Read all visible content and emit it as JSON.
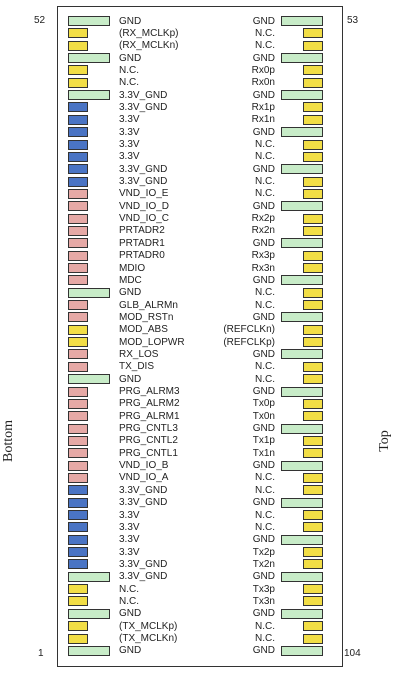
{
  "labels": {
    "corner_tl": "52",
    "corner_tr": "53",
    "corner_bl": "1",
    "corner_br": "104",
    "side_left": "Bottom",
    "side_right": "Top"
  },
  "colors": {
    "gnd": "#c8ecc8",
    "signal": "#f2de46",
    "power": "#4a74c4",
    "control": "#e6a9a6",
    "border": "#333333"
  },
  "left_pins": [
    {
      "label": "GND",
      "type": "gnd"
    },
    {
      "label": "(RX_MCLKp)",
      "type": "signal"
    },
    {
      "label": "(RX_MCLKn)",
      "type": "signal"
    },
    {
      "label": "GND",
      "type": "gnd"
    },
    {
      "label": "N.C.",
      "type": "signal"
    },
    {
      "label": "N.C.",
      "type": "signal"
    },
    {
      "label": "3.3V_GND",
      "type": "gnd"
    },
    {
      "label": "3.3V_GND",
      "type": "power"
    },
    {
      "label": "3.3V",
      "type": "power"
    },
    {
      "label": "3.3V",
      "type": "power"
    },
    {
      "label": "3.3V",
      "type": "power"
    },
    {
      "label": "3.3V",
      "type": "power"
    },
    {
      "label": "3.3V_GND",
      "type": "power"
    },
    {
      "label": "3.3V_GND",
      "type": "power"
    },
    {
      "label": "VND_IO_E",
      "type": "control"
    },
    {
      "label": "VND_IO_D",
      "type": "control"
    },
    {
      "label": "VND_IO_C",
      "type": "control"
    },
    {
      "label": "PRTADR2",
      "type": "control"
    },
    {
      "label": "PRTADR1",
      "type": "control"
    },
    {
      "label": "PRTADR0",
      "type": "control"
    },
    {
      "label": "MDIO",
      "type": "control"
    },
    {
      "label": "MDC",
      "type": "control"
    },
    {
      "label": "GND",
      "type": "gnd"
    },
    {
      "label": "GLB_ALRMn",
      "type": "control"
    },
    {
      "label": "MOD_RSTn",
      "type": "control"
    },
    {
      "label": "MOD_ABS",
      "type": "signal"
    },
    {
      "label": "MOD_LOPWR",
      "type": "signal"
    },
    {
      "label": "RX_LOS",
      "type": "control"
    },
    {
      "label": "TX_DIS",
      "type": "control"
    },
    {
      "label": "GND",
      "type": "gnd"
    },
    {
      "label": "PRG_ALRM3",
      "type": "control"
    },
    {
      "label": "PRG_ALRM2",
      "type": "control"
    },
    {
      "label": "PRG_ALRM1",
      "type": "control"
    },
    {
      "label": "PRG_CNTL3",
      "type": "control"
    },
    {
      "label": "PRG_CNTL2",
      "type": "control"
    },
    {
      "label": "PRG_CNTL1",
      "type": "control"
    },
    {
      "label": "VND_IO_B",
      "type": "control"
    },
    {
      "label": "VND_IO_A",
      "type": "control"
    },
    {
      "label": "3.3V_GND",
      "type": "power"
    },
    {
      "label": "3.3V_GND",
      "type": "power"
    },
    {
      "label": "3.3V",
      "type": "power"
    },
    {
      "label": "3.3V",
      "type": "power"
    },
    {
      "label": "3.3V",
      "type": "power"
    },
    {
      "label": "3.3V",
      "type": "power"
    },
    {
      "label": "3.3V_GND",
      "type": "power"
    },
    {
      "label": "3.3V_GND",
      "type": "gnd"
    },
    {
      "label": "N.C.",
      "type": "signal"
    },
    {
      "label": "N.C.",
      "type": "signal"
    },
    {
      "label": "GND",
      "type": "gnd"
    },
    {
      "label": "(TX_MCLKp)",
      "type": "signal"
    },
    {
      "label": "(TX_MCLKn)",
      "type": "signal"
    },
    {
      "label": "GND",
      "type": "gnd"
    }
  ],
  "right_pins": [
    {
      "label": "GND",
      "type": "gnd"
    },
    {
      "label": "N.C.",
      "type": "signal"
    },
    {
      "label": "N.C.",
      "type": "signal"
    },
    {
      "label": "GND",
      "type": "gnd"
    },
    {
      "label": "Rx0p",
      "type": "signal"
    },
    {
      "label": "Rx0n",
      "type": "signal"
    },
    {
      "label": "GND",
      "type": "gnd"
    },
    {
      "label": "Rx1p",
      "type": "signal"
    },
    {
      "label": "Rx1n",
      "type": "signal"
    },
    {
      "label": "GND",
      "type": "gnd"
    },
    {
      "label": "N.C.",
      "type": "signal"
    },
    {
      "label": "N.C.",
      "type": "signal"
    },
    {
      "label": "GND",
      "type": "gnd"
    },
    {
      "label": "N.C.",
      "type": "signal"
    },
    {
      "label": "N.C.",
      "type": "signal"
    },
    {
      "label": "GND",
      "type": "gnd"
    },
    {
      "label": "Rx2p",
      "type": "signal"
    },
    {
      "label": "Rx2n",
      "type": "signal"
    },
    {
      "label": "GND",
      "type": "gnd"
    },
    {
      "label": "Rx3p",
      "type": "signal"
    },
    {
      "label": "Rx3n",
      "type": "signal"
    },
    {
      "label": "GND",
      "type": "gnd"
    },
    {
      "label": "N.C.",
      "type": "signal"
    },
    {
      "label": "N.C.",
      "type": "signal"
    },
    {
      "label": "GND",
      "type": "gnd"
    },
    {
      "label": "(REFCLKn)",
      "type": "signal"
    },
    {
      "label": "(REFCLKp)",
      "type": "signal"
    },
    {
      "label": "GND",
      "type": "gnd"
    },
    {
      "label": "N.C.",
      "type": "signal"
    },
    {
      "label": "N.C.",
      "type": "signal"
    },
    {
      "label": "GND",
      "type": "gnd"
    },
    {
      "label": "Tx0p",
      "type": "signal"
    },
    {
      "label": "Tx0n",
      "type": "signal"
    },
    {
      "label": "GND",
      "type": "gnd"
    },
    {
      "label": "Tx1p",
      "type": "signal"
    },
    {
      "label": "Tx1n",
      "type": "signal"
    },
    {
      "label": "GND",
      "type": "gnd"
    },
    {
      "label": "N.C.",
      "type": "signal"
    },
    {
      "label": "N.C.",
      "type": "signal"
    },
    {
      "label": "GND",
      "type": "gnd"
    },
    {
      "label": "N.C.",
      "type": "signal"
    },
    {
      "label": "N.C.",
      "type": "signal"
    },
    {
      "label": "GND",
      "type": "gnd"
    },
    {
      "label": "Tx2p",
      "type": "signal"
    },
    {
      "label": "Tx2n",
      "type": "signal"
    },
    {
      "label": "GND",
      "type": "gnd"
    },
    {
      "label": "Tx3p",
      "type": "signal"
    },
    {
      "label": "Tx3n",
      "type": "signal"
    },
    {
      "label": "GND",
      "type": "gnd"
    },
    {
      "label": "N.C.",
      "type": "signal"
    },
    {
      "label": "N.C.",
      "type": "signal"
    },
    {
      "label": "GND",
      "type": "gnd"
    }
  ]
}
